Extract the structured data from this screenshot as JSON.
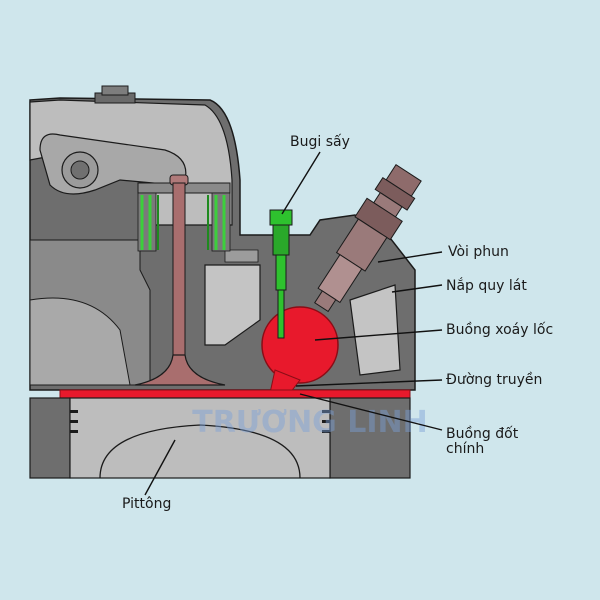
{
  "labels": {
    "glow_plug": "Bugi sấy",
    "injector": "Vòi phun",
    "cylinder_head": "Nắp quy lát",
    "swirl_chamber": "Buồng xoáy lốc",
    "passage": "Đường truyền",
    "main_chamber_line1": "Buồng đốt",
    "main_chamber_line2": "chính",
    "piston": "Pittông"
  },
  "watermark": "TRƯƠNG LINH",
  "colors": {
    "background": "#cfe6ec",
    "metal_dark": "#6b6b6b",
    "metal_light": "#bfbfbf",
    "chamber_red": "#e8192c",
    "glow_plug_green": "#2ec22e",
    "valve": "#a96e6e",
    "injector": "#9a7a7a",
    "spring_green": "#3ccf3c"
  }
}
